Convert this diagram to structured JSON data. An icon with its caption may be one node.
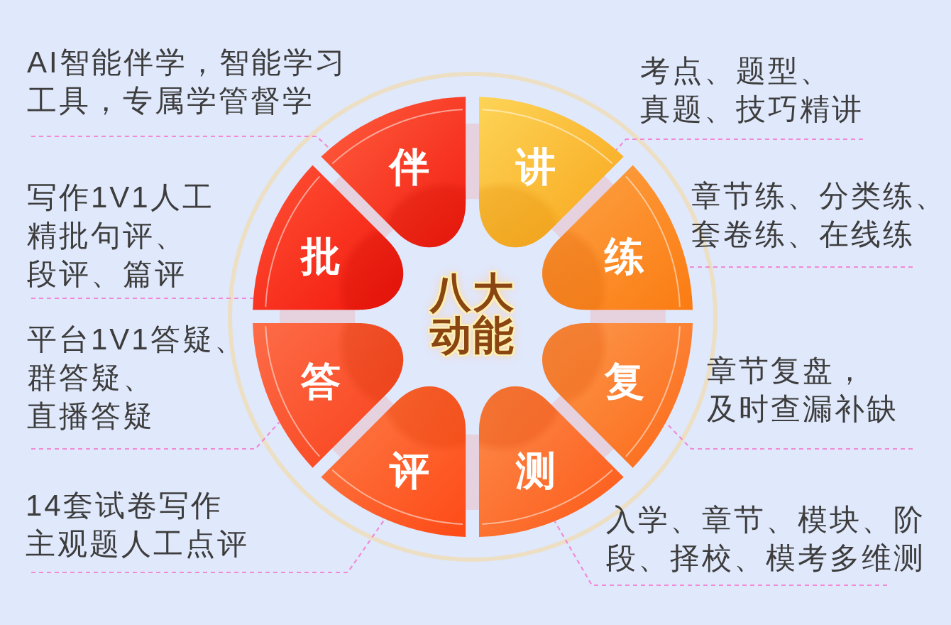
{
  "diagram": {
    "title": "八大动能",
    "nodes": [
      {
        "text": [
          "伴"
        ]
      },
      {
        "text": [
          "讲"
        ]
      },
      {
        "text": [
          "练"
        ]
      },
      {
        "text": [
          "复"
        ]
      },
      {
        "text": [
          "测"
        ]
      },
      {
        "text": [
          "评"
        ]
      },
      {
        "text": [
          "答"
        ]
      },
      {
        "text": [
          "批"
        ]
      },
      {
        "text": [
          "AI智能伴学，智能学习工具，专属学管督学"
        ]
      },
      {
        "text": [
          "考点、题型、真题、技巧精讲"
        ]
      },
      {
        "text": [
          "写作1V1人工精批句评、段评、篇评"
        ]
      },
      {
        "text": [
          "章节练、分类练、套卷练、在线练"
        ]
      },
      {
        "text": [
          "平台1V1答疑、群答疑、直播答疑"
        ]
      },
      {
        "text": [
          "章节复盘，及时查漏补缺"
        ]
      },
      {
        "text": [
          "14套试卷写作主观题人工点评"
        ]
      },
      {
        "text": [
          "入学、章节、模块、阶段、择校、模考多维测"
        ]
      }
    ],
    "edges": [
      {
        "from": 8,
        "to": 0,
        "arrow": "none",
        "style": "dashed"
      },
      {
        "from": 9,
        "to": 1,
        "arrow": "none",
        "style": "dashed"
      },
      {
        "from": 10,
        "to": 7,
        "arrow": "none",
        "style": "dashed"
      },
      {
        "from": 11,
        "to": 2,
        "arrow": "none",
        "style": "dashed"
      },
      {
        "from": 12,
        "to": 6,
        "arrow": "none",
        "style": "dashed"
      },
      {
        "from": 13,
        "to": 3,
        "arrow": "none",
        "style": "dashed"
      },
      {
        "from": 14,
        "to": 5,
        "arrow": "none",
        "style": "dashed"
      },
      {
        "from": 15,
        "to": 4,
        "arrow": "none",
        "style": "dashed"
      }
    ]
  }
}
